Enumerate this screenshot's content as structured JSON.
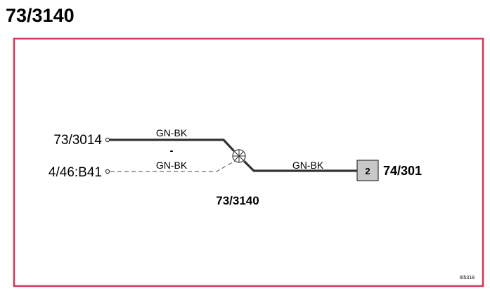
{
  "title": "73/3140",
  "colors": {
    "frame": "#d0365a",
    "wire": "#333333",
    "connector_fill": "#c8c8c8",
    "text": "#000000"
  },
  "diagram": {
    "wire_top": {
      "terminal": "73/3014",
      "color_code": "GN-BK",
      "style": "solid"
    },
    "separator": "-",
    "wire_bottom": {
      "terminal": "4/46:B41",
      "color_code": "GN-BK",
      "style": "dashed"
    },
    "splice_label": "73/3140",
    "splice_icon": "splice-circle",
    "output_wire": {
      "color_code": "GN-BK",
      "style": "solid"
    },
    "connector": {
      "pin": "2",
      "label": "74/301"
    },
    "figure_ref": "I05318"
  }
}
